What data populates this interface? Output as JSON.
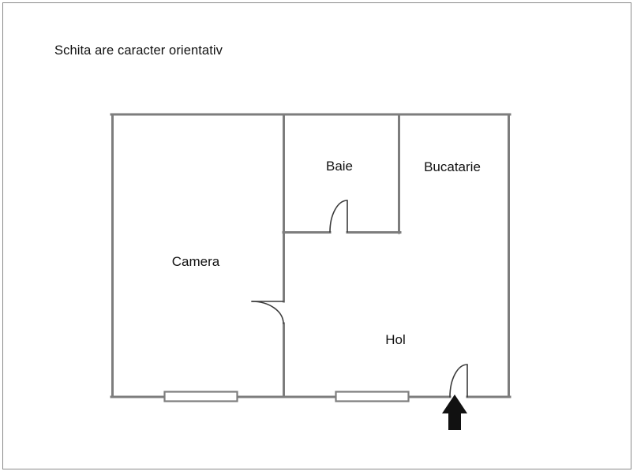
{
  "page": {
    "title_note": "Schita are caracter orientativ",
    "background_color": "#ffffff",
    "frame_color": "#8a8a8a"
  },
  "floorplan": {
    "wall_color": "#7d7d7d",
    "door_color": "#3a3a3a",
    "arrow_color": "#111111",
    "rooms": [
      {
        "id": "camera",
        "label": "Camera"
      },
      {
        "id": "baie",
        "label": "Baie"
      },
      {
        "id": "bucatarie",
        "label": "Bucatarie"
      },
      {
        "id": "hol",
        "label": "Hol"
      }
    ],
    "doors": [
      {
        "id": "door-baie",
        "name": "bathroom-door"
      },
      {
        "id": "door-camera",
        "name": "bedroom-door"
      },
      {
        "id": "door-entrance",
        "name": "entrance-door"
      }
    ],
    "windows": [
      {
        "id": "window-camera",
        "name": "camera-window"
      },
      {
        "id": "window-hol",
        "name": "hol-window"
      }
    ],
    "entrance_marker": "entrance-arrow"
  }
}
